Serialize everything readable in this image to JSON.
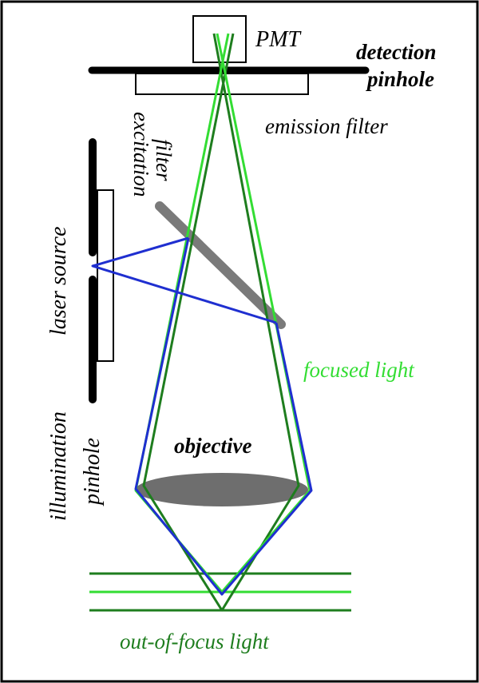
{
  "labels": {
    "pmt": "PMT",
    "detection_line1": "detection",
    "detection_line2": "pinhole",
    "emission_filter": "emission filter",
    "excitation_line1": "excitation",
    "excitation_line2": "filter",
    "laser_source": "laser source",
    "illumination_line1": "illumination",
    "illumination_line2": "pinhole",
    "focused_light": "focused light",
    "objective": "objective",
    "out_of_focus_light": "out-of-focus light"
  },
  "colors": {
    "border": "#000000",
    "pinhole": "#000000",
    "dichroic": "#7a7a7a",
    "objective": "#6e6e6e",
    "laser_beam": "#1f2fd0",
    "focused_beam": "#33dd33",
    "out_of_focus_beam": "#1e7d1e",
    "text": "#000000",
    "focused_text": "#33dd33",
    "out_of_focus_text": "#1e7d1e"
  }
}
